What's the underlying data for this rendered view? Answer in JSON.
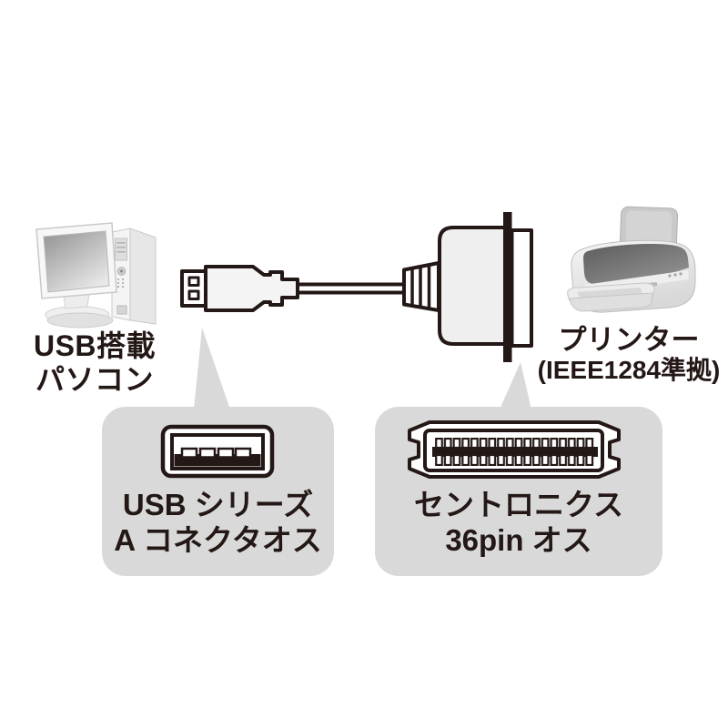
{
  "diagram": {
    "pc_label": {
      "line1": "USB搭載",
      "line2": "パソコン"
    },
    "printer_label": {
      "line1": "プリンター",
      "line2": "(IEEE1284準拠)"
    },
    "usb_callout": {
      "line1": "USB シリーズ",
      "line2": "A コネクタオス"
    },
    "centronics_callout": {
      "line1": "セントロニクス",
      "line2": "36pin オス"
    }
  },
  "icons": {
    "pc": "desktop-pc-illustration",
    "cable": "usb-to-centronics-adapter-cable-illustration",
    "printer": "inkjet-printer-illustration",
    "usb_face": "usb-a-connector-face-icon",
    "centronics_face": "centronics-36pin-connector-face-icon"
  },
  "colors": {
    "background": "#ffffff",
    "outline": "#231815",
    "callout_bg": "#d9d9d9",
    "text": "#231815"
  }
}
